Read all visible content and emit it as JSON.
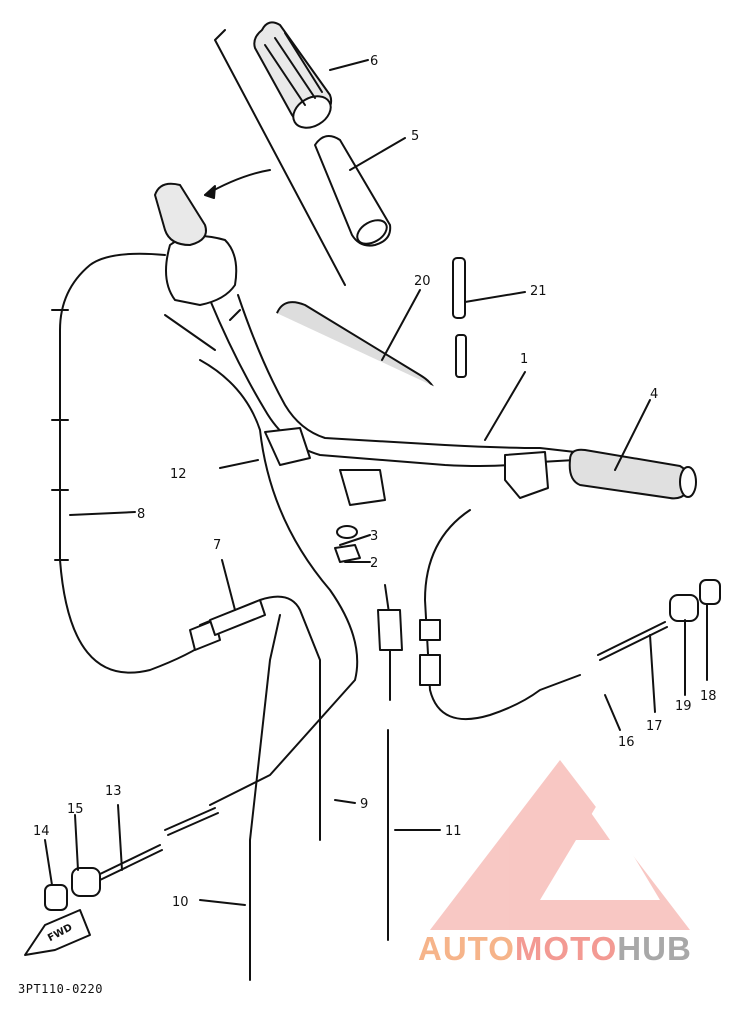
{
  "diagram": {
    "code": "3PT110-0220",
    "fwd_label": "FWD",
    "callouts": [
      "6",
      "5",
      "20",
      "21",
      "4",
      "12",
      "3",
      "2",
      "8",
      "7",
      "9",
      "11",
      "13",
      "14",
      "15",
      "10",
      "16",
      "17",
      "19",
      "18",
      "1"
    ]
  },
  "watermark": {
    "part1": "AUTO",
    "part2": "MOTO",
    "part3": "HUB",
    "color1": "#f6b48a",
    "color2": "#f39a93",
    "color3": "#a8a8a8"
  }
}
